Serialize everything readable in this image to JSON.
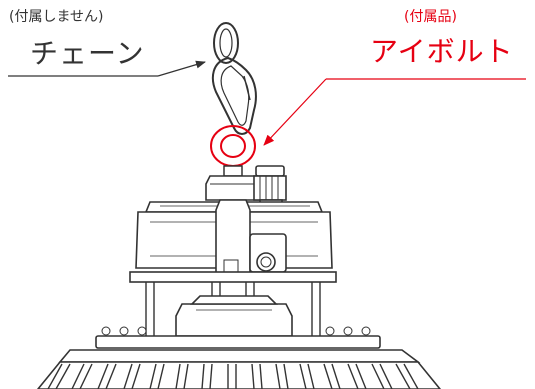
{
  "colors": {
    "line": "#333333",
    "accent": "#e60012",
    "background": "#ffffff"
  },
  "labels": {
    "chain_note": "(付属しません)",
    "chain_name": "チェーン",
    "eyebolt_note": "(付属品)",
    "eyebolt_name": "アイボルト"
  },
  "icons": {
    "chain": "chain-link-icon",
    "eyebolt": "eyebolt-ring-icon",
    "fixture": "led-high-bay-light-icon"
  }
}
